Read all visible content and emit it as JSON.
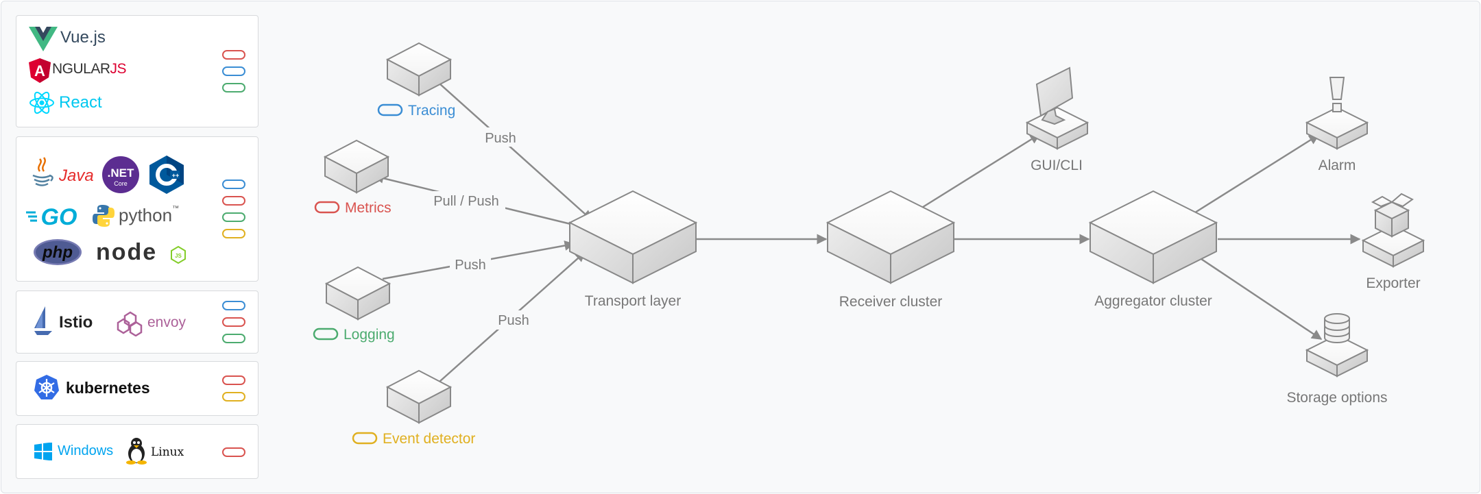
{
  "colors": {
    "tracing": "#3a8dd4",
    "metrics": "#d9534f",
    "logging": "#4cab6f",
    "event": "#e0b020",
    "node_label": "#777777",
    "edge": "#8a8a8a"
  },
  "frameworks": {
    "vue": "Vue.js",
    "angular_a": "A",
    "angular_rest": "NGULAR",
    "angular_js": "JS",
    "react": "React"
  },
  "languages": {
    "java": "Java",
    "dotnet": ".NET",
    "dotnet_sub": "Core",
    "cpp": "C++",
    "go": "GO",
    "python": "python",
    "python_tm": "™",
    "php": "php",
    "node": "node",
    "node_js": "JS"
  },
  "mesh": {
    "istio": "Istio",
    "envoy": "envoy"
  },
  "orchestration": {
    "kubernetes": "kubernetes"
  },
  "os": {
    "windows": "Windows",
    "linux": "Linux"
  },
  "signals": {
    "tracing": "Tracing",
    "metrics": "Metrics",
    "logging": "Logging",
    "event": "Event detector"
  },
  "edges": {
    "tracing": "Push",
    "metrics": "Pull / Push",
    "logging": "Push",
    "event": "Push"
  },
  "nodes": {
    "transport": "Transport layer",
    "receiver": "Receiver cluster",
    "aggregator": "Aggregator cluster",
    "gui": "GUI/CLI",
    "alarm": "Alarm",
    "exporter": "Exporter",
    "storage": "Storage options"
  },
  "icons": {
    "vue": "vue-logo-icon",
    "angular": "angular-shield-icon",
    "react": "react-atom-icon",
    "java": "java-cup-icon",
    "dotnet": "dotnet-circle-icon",
    "cpp": "cpp-hexagon-icon",
    "go": "go-gopher-lines-icon",
    "python": "python-snakes-icon",
    "php": "php-ellipse-icon",
    "node": "nodejs-hexagon-icon",
    "istio": "istio-sail-icon",
    "envoy": "envoy-hexagons-icon",
    "kubernetes": "kubernetes-wheel-icon",
    "windows": "windows-logo-icon",
    "linux": "linux-tux-icon",
    "gui": "monitor-icon",
    "alarm": "exclamation-icon",
    "exporter": "open-box-icon",
    "storage": "database-icon"
  }
}
